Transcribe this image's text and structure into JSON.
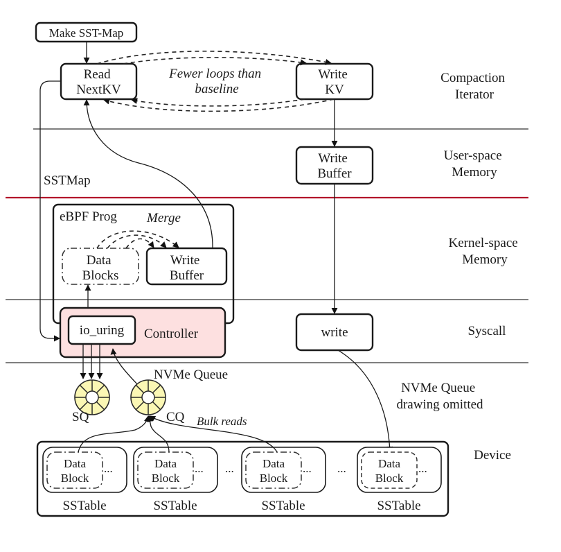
{
  "diagram": {
    "lanes": [
      {
        "id": "compaction",
        "label_line1": "Compaction",
        "label_line2": "Iterator"
      },
      {
        "id": "user",
        "label_line1": "User-space",
        "label_line2": "Memory"
      },
      {
        "id": "kernel",
        "label_line1": "Kernel-space",
        "label_line2": "Memory"
      },
      {
        "id": "syscall",
        "label_line1": "Syscall",
        "label_line2": ""
      },
      {
        "id": "device",
        "label_line1": "Device",
        "label_line2": ""
      }
    ],
    "boundary_colors": {
      "normal": "#555555",
      "user_kernel": "#b3102a"
    },
    "nodes": {
      "make_sst_map": "Make SST-Map",
      "read_nextkv": {
        "line1": "Read",
        "line2": "NextKV"
      },
      "write_kv": {
        "line1": "Write",
        "line2": "KV"
      },
      "user_write_buffer": {
        "line1": "Write",
        "line2": "Buffer"
      },
      "ebpf_prog": "eBPF Prog",
      "data_blocks": {
        "line1": "Data",
        "line2": "Blocks"
      },
      "kernel_write_buffer": {
        "line1": "Write",
        "line2": "Buffer"
      },
      "io_uring": "io_uring",
      "controller": "Controller",
      "write_syscall": "write",
      "sq": "SQ",
      "cq": "CQ",
      "nvme_queue": "NVMe Queue",
      "sstables": [
        {
          "block_line1": "Data",
          "block_line2": "Block",
          "ellipsis": "...",
          "label": "SSTable",
          "block_style": "dash-dot"
        },
        {
          "block_line1": "Data",
          "block_line2": "Block",
          "ellipsis": "...",
          "label": "SSTable",
          "block_style": "dash-dot"
        },
        {
          "block_line1": "Data",
          "block_line2": "Block",
          "ellipsis": "...",
          "label": "SSTable",
          "block_style": "dash-dot"
        },
        {
          "block_line1": "Data",
          "block_line2": "Block",
          "ellipsis": "...",
          "label": "SSTable",
          "block_style": "dashed"
        }
      ],
      "between_ellipsis": "..."
    },
    "annotations": {
      "fewer_loops_line1": "Fewer loops than",
      "fewer_loops_line2": "baseline",
      "merge": "Merge",
      "sstmap": "SSTMap",
      "bulk_reads": "Bulk reads",
      "nvme_omitted_line1": "NVMe Queue",
      "nvme_omitted_line2": "drawing omitted"
    },
    "colors": {
      "controller_fill": "#fde0e0",
      "queue_fill": "#fbf7b4"
    }
  }
}
